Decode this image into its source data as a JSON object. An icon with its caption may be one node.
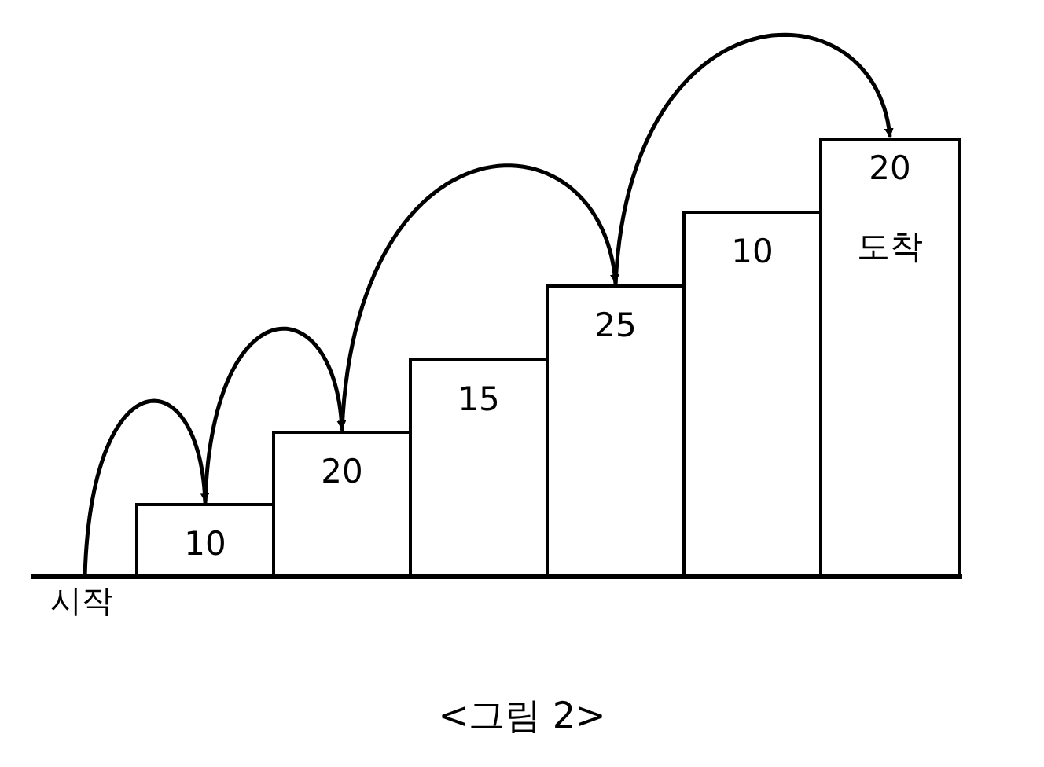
{
  "diagram": {
    "caption": "<그림 2>",
    "nodes": [
      {
        "text": [
          "시작"
        ]
      },
      {
        "text": [
          "10"
        ]
      },
      {
        "text": [
          "20"
        ]
      },
      {
        "text": [
          "15"
        ]
      },
      {
        "text": [
          "25"
        ]
      },
      {
        "text": [
          "10"
        ]
      },
      {
        "text": [
          "20",
          "도착"
        ]
      }
    ],
    "edges": [
      {
        "from": 0,
        "to": 1,
        "arrow": "to"
      },
      {
        "from": 1,
        "to": 2,
        "arrow": "to"
      },
      {
        "from": 2,
        "to": 4,
        "arrow": "to"
      },
      {
        "from": 4,
        "to": 6,
        "arrow": "to"
      }
    ]
  }
}
